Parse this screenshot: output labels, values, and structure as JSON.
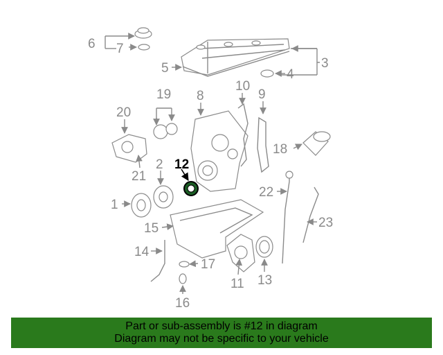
{
  "diagram": {
    "highlight_color": "#000000",
    "callouts": {
      "c1": "1",
      "c2": "2",
      "c3": "3",
      "c4": "4",
      "c5": "5",
      "c6": "6",
      "c7": "7",
      "c8": "8",
      "c9": "9",
      "c10": "10",
      "c11": "11",
      "c12": "12",
      "c13": "13",
      "c14": "14",
      "c15": "15",
      "c16": "16",
      "c17": "17",
      "c18": "18",
      "c19": "19",
      "c20": "20",
      "c21": "21",
      "c22": "22",
      "c23": "23"
    }
  },
  "banner": {
    "background": "#2a7a1c",
    "line1": "Part or sub-assembly is #12 in diagram",
    "line2": "Diagram may not be specific to your vehicle"
  }
}
